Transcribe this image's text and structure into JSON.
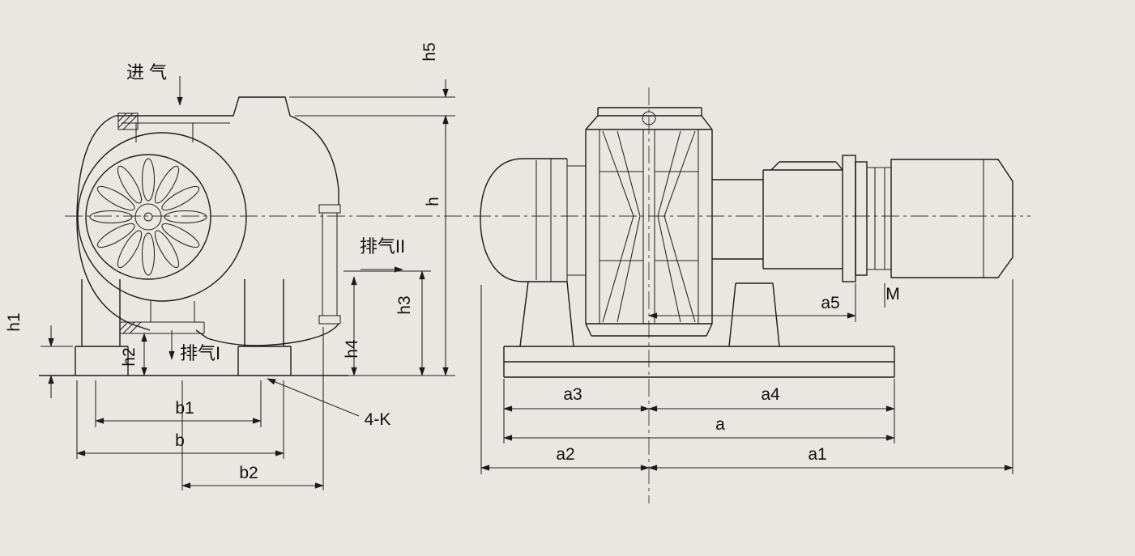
{
  "drawing": {
    "background": "#e9e7e2",
    "line_color": "#1b1b1b",
    "views": {
      "left_view": "blower front view with intake, exhaust ports and fan grille",
      "right_view": "blower side view with motor and base"
    }
  },
  "labels": {
    "intake": "进 气",
    "exhaust_1": "排气I",
    "exhaust_2": "排气II",
    "h": "h",
    "h1": "h1",
    "h2": "h2",
    "h3": "h3",
    "h4": "h4",
    "h5": "h5",
    "b": "b",
    "b1": "b1",
    "b2": "b2",
    "a": "a",
    "a1": "a1",
    "a2": "a2",
    "a3": "a3",
    "a4": "a4",
    "a5": "a5",
    "m": "M",
    "mounting_holes": "4-K"
  }
}
